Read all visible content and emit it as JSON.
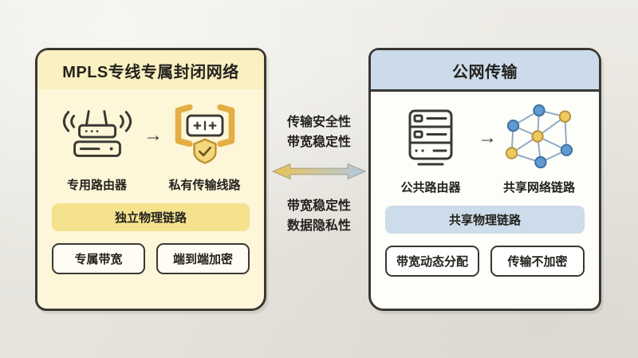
{
  "left_panel": {
    "title": "MPLS专线专属封闭网络",
    "device_label": "专用路由器",
    "link_label": "私有传输线路",
    "banner": "独立物理链路",
    "tags": [
      "专属带宽",
      "端到端加密"
    ]
  },
  "middle": {
    "top_label_1": "传输安全性",
    "top_label_2": "带宽稳定性",
    "bottom_label_1": "带宽稳定性",
    "bottom_label_2": "数据隐私性"
  },
  "right_panel": {
    "title": "公网传输",
    "device_label": "公共路由器",
    "link_label": "共享网络链路",
    "banner": "共享物理链路",
    "tags": [
      "带宽动态分配",
      "传输不加密"
    ]
  },
  "glyphs": {
    "step_arrow": "→"
  },
  "colors": {
    "left_card_bg": "#fdf6d8",
    "left_header_bg": "#fbf0c1",
    "left_banner_bg": "#f5e28f",
    "right_header_bg": "#cbdbe9",
    "right_banner_bg": "#ccdcea",
    "arrow_gradient_left": "#e9c258",
    "arrow_gradient_right": "#b3c9e2",
    "node_blue": "#5f9bd0",
    "node_yellow": "#eec95f",
    "outline": "#3a3832"
  }
}
